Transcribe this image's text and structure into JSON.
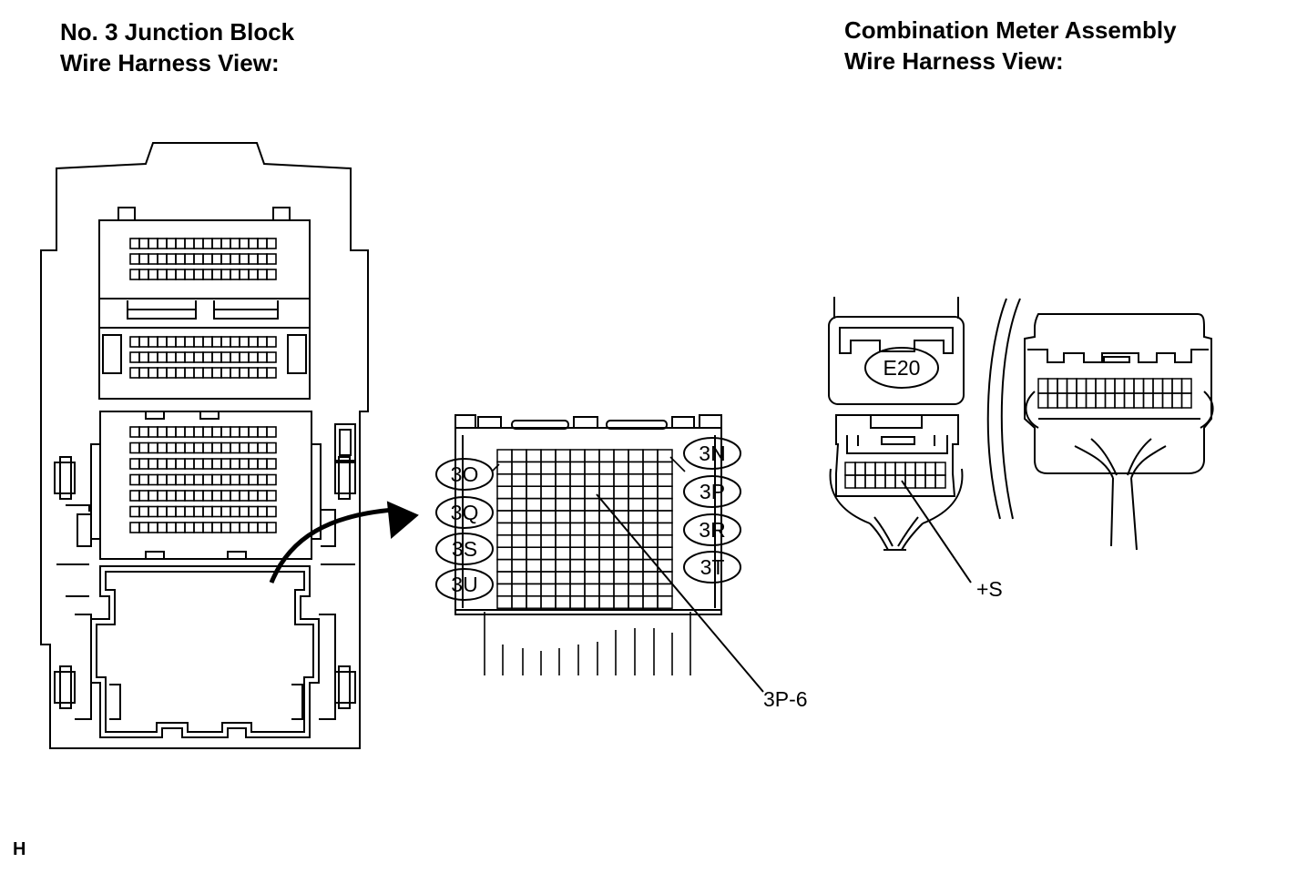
{
  "left_title": {
    "line1": "No. 3 Junction Block",
    "line2": "Wire Harness View:"
  },
  "right_title": {
    "line1": "Combination Meter Assembly",
    "line2": "Wire Harness View:"
  },
  "junction_block": {
    "connector_labels": [
      "3O",
      "3Q",
      "3S",
      "3U",
      "3N",
      "3P",
      "3R",
      "3T"
    ],
    "pin_callout": "3P-6"
  },
  "meter_connector": {
    "connector_code": "E20",
    "pin_callout": "+S"
  },
  "corner_mark": "H"
}
